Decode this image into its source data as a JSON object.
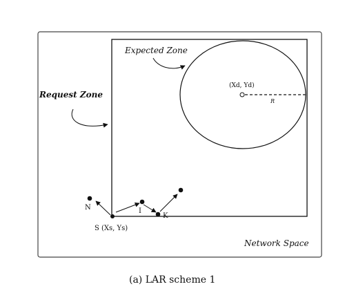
{
  "diagram": {
    "labels": {
      "expected_zone": "Expected Zone",
      "request_zone": "Request Zone",
      "destination": "(Xd, Yd)",
      "radius": "R",
      "network_space": "Network Space",
      "source": "S (Xs, Ys)",
      "node_n": "N",
      "node_i": "I",
      "node_k": "K"
    },
    "caption": "(a)  LAR scheme 1"
  }
}
